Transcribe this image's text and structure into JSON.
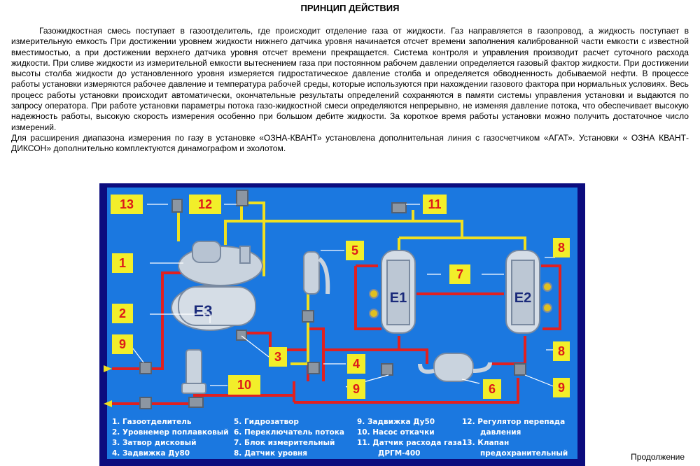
{
  "title": "ПРИНЦИП ДЕЙСТВИЯ",
  "paragraphs": [
    "Газожидкостная смесь поступает в газоотделитель, где происходит отделение газа от жидкости. Газ направляется в газопровод, а жидкость поступает в измерительную емкость При достижении уровнем жидкости нижнего датчика уровня начинается отсчет времени заполнения калиброванной части емкости с известной вместимостью, а при достижении верхнего датчика уровня отсчет времени прекращается. Система контроля и управления производит расчет суточного расхода жидкости.  При сливе жидкости из измерительной емкости вытеснением газа при постоянном рабочем давлении определяется газовый фактор жидкости. При достижении высоты столба жидкости до установленного уровня измеряется гидростатическое давление столба и определяется обводненность добываемой нефти.  В процессе работы установки измеряются рабочее давление и температура рабочей среды, которые используются при нахождении газового фактора при нормальных условиях. Весь процесс работы установки происходит автоматически, окончательные результаты определений сохраняются в памяти системы управления установки и выдаются по запросу оператора.  При работе установки параметры потока газо-жидкостной смеси определяются непрерывно, не изменяя давление потока, что обеспечивает высокую надежность работы, высокую скорость измерения особенно при большом дебите жидкости. За короткое время работы установки можно получить достаточное число измерений.",
    "Для расширения диапазона измерения по газу в установке «ОЗНА-КВАНТ» установлена дополнительная линия с газосчетчиком «АГАТ». Установки « ОЗНА КВАНТ-ДИКСОН» дополнительно комплектуются динамографом и эхолотом."
  ],
  "diagram": {
    "badges": [
      "13",
      "12",
      "11",
      "1",
      "5",
      "8",
      "7",
      "2",
      "9",
      "3",
      "4",
      "6",
      "8",
      "10",
      "9",
      "9"
    ],
    "vessel_labels": {
      "e3": "E3",
      "e1": "E1",
      "e2": "E2"
    },
    "legend": {
      "col1": [
        "1. Газоотделитель",
        "2. Уровнемер поплавковый",
        "3. Затвор дисковый",
        "4. Задвижка Ду80"
      ],
      "col2": [
        "5. Гидрозатвор",
        "6. Переключатель потока",
        "7. Блок измерительный",
        "8. Датчик уровня"
      ],
      "col3": [
        "9. Задвижка Ду50",
        "10. Насос откачки",
        "11. Датчик расхода газа",
        "ДРГМ-400"
      ],
      "col4": [
        "12. Регулятор перепада",
        "давления",
        "13. Клапан",
        "предохранительный"
      ]
    },
    "colors": {
      "panel": "#0c0c7e",
      "background": "#1b78e0",
      "liquid_line": "#e02020",
      "gas_line": "#f0e020",
      "badge": "#f2ee2a"
    }
  },
  "footer": {
    "continuation": "Продолжение"
  }
}
